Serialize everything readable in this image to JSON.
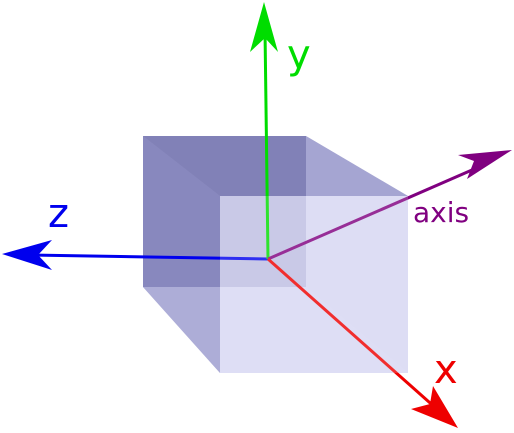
{
  "diagram": {
    "labels": {
      "y": "y",
      "z": "z",
      "x": "x",
      "axis": "axis"
    },
    "colors": {
      "y_axis": "#00dd00",
      "z_axis": "#0000ee",
      "x_axis": "#ee0000",
      "rotation_axis": "#800080",
      "cube_back": "#5a5aa0",
      "cube_top": "#6a6aaa",
      "cube_left": "#7777b6",
      "cube_right": "#9090cc",
      "cube_bottom": "#a4a4d8",
      "cube_front": "#d0d0f4"
    }
  }
}
